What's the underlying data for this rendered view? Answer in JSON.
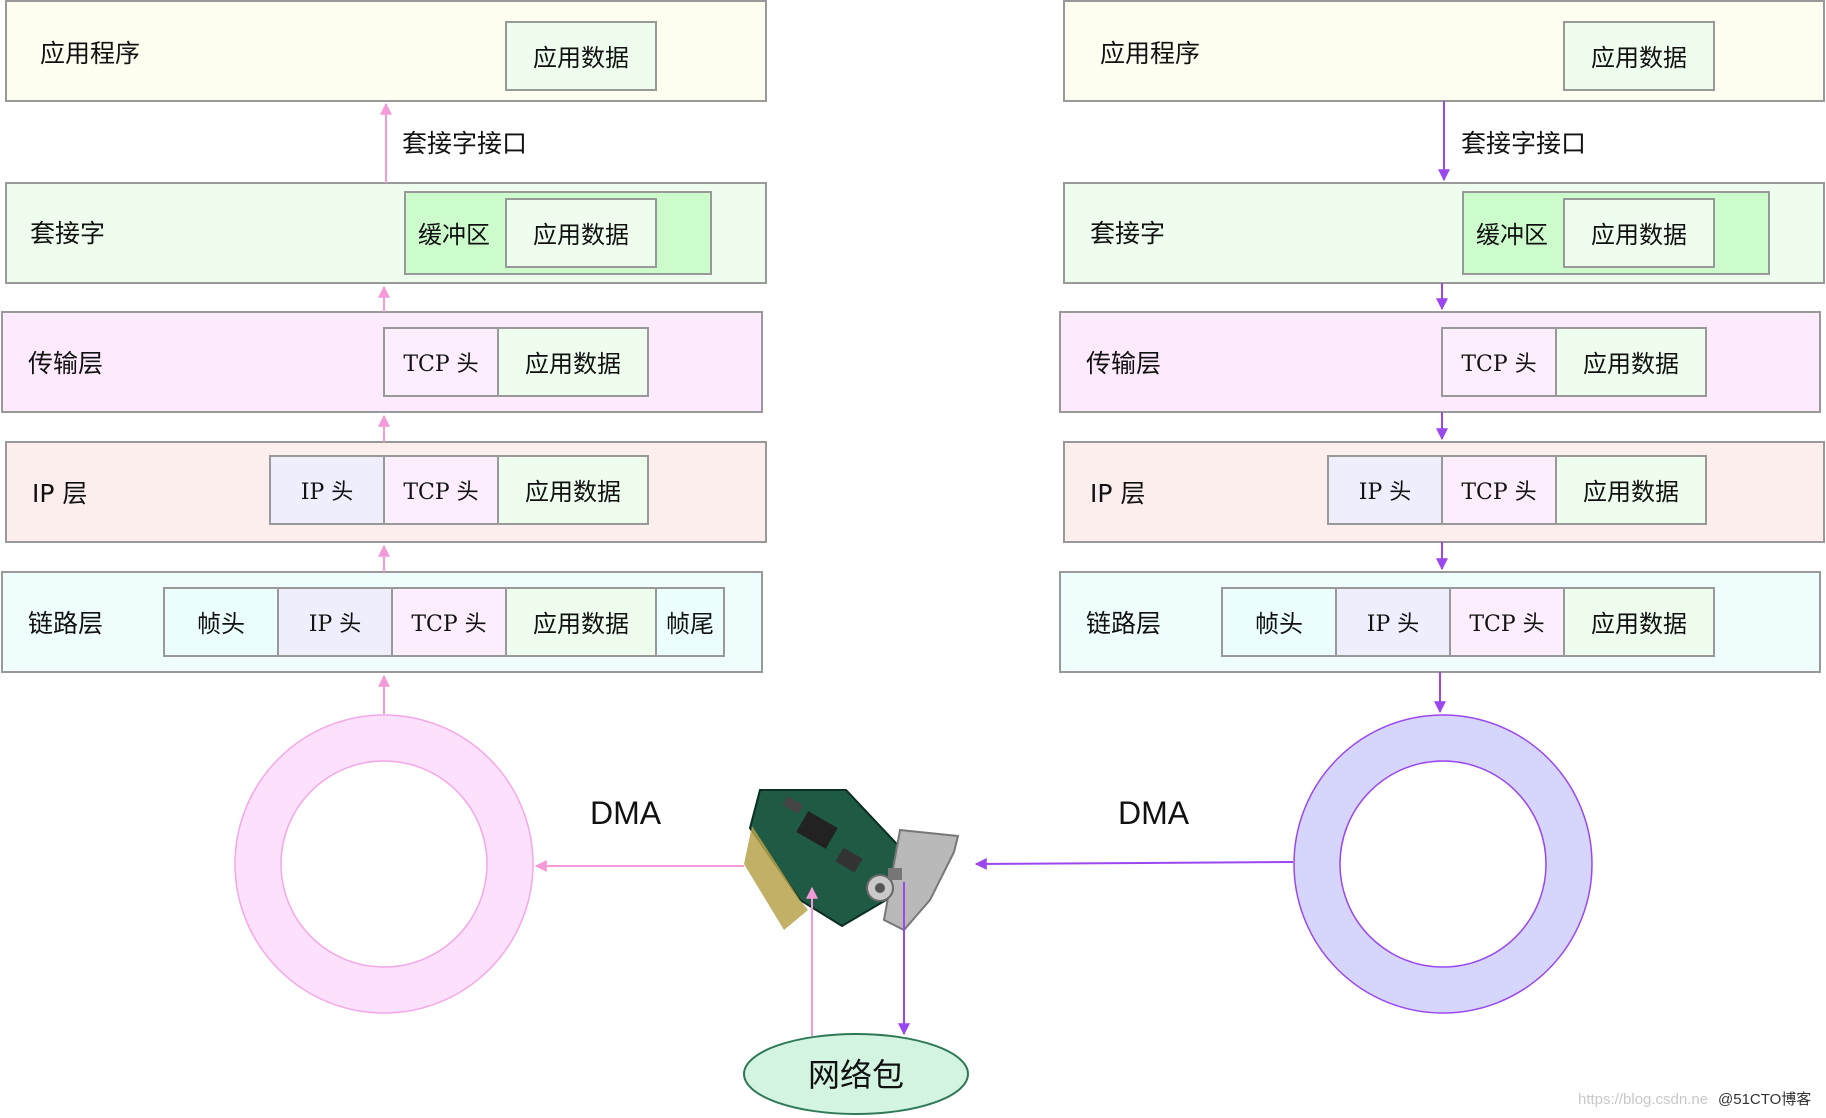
{
  "colors": {
    "receive_arrow": "#f59ad8",
    "send_arrow": "#9b47f0",
    "app_layer": "#fdfdf0",
    "socket_layer": "#eefdee",
    "transport_layer": "#fdeafd",
    "ip_layer": "#fdeeee",
    "link_layer": "#effdfd",
    "data_cell": "#eefdee",
    "buffer_cell": "#ccfccc",
    "tcp_cell": "#fdeefd",
    "ip_cell": "#eeeefd",
    "frame_cell": "#ebfdfd",
    "receive_ring": "#fde0fc",
    "send_ring": "#d6d6fd",
    "packet": "#d4f4e2"
  },
  "layers": {
    "app": "应用程序",
    "socket": "套接字",
    "transport": "传输层",
    "ip": "IP 层",
    "link": "链路层"
  },
  "cells": {
    "app_data": "应用数据",
    "buffer": "缓冲区",
    "tcp_header": "TCP 头",
    "ip_header": "IP 头",
    "frame_header": "帧头",
    "frame_trailer": "帧尾"
  },
  "labels": {
    "socket_interface": "套接字接口",
    "dma": "DMA",
    "packet": "网络包"
  },
  "icons": {
    "nic": "network-card-icon"
  },
  "watermark": {
    "faint": "https://blog.csdn.ne",
    "dark": "@51CTO博客"
  }
}
